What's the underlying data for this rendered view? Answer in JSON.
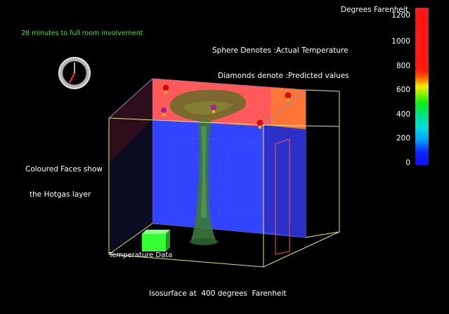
{
  "status": {
    "text": "28 minutes to full room involvement",
    "color": "#33ee33"
  },
  "legend_note": {
    "line1": "Sphere Denotes :Actual Temperature",
    "line2": "Diamonds denote :Predicted values"
  },
  "faces_note": {
    "line1": "Coloured Faces show",
    "line2": "the Hotgas layer"
  },
  "iso_caption": "Isosurface at  400 degrees  Farenheit",
  "temp_data_label": "Temperature Data",
  "colorbar": {
    "title": "Degrees Farenheit",
    "ticks": [
      "1200",
      "1000",
      "800",
      "600",
      "400",
      "200",
      "0"
    ],
    "min": 0,
    "max": 1200
  },
  "clock": {
    "icon": "clock-icon",
    "elapsed_minutes": 28
  },
  "colors": {
    "hot_layer": "#ff5555",
    "cool_layer": "#3344ff",
    "isosurface": "#3a7a3a",
    "room_edges": "#e6e67a",
    "temperature_box": "#33ff33"
  }
}
